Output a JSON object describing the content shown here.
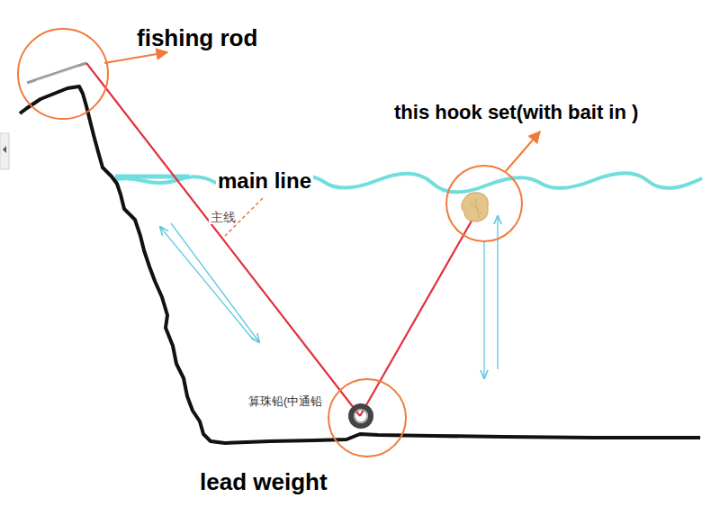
{
  "diagram": {
    "labels": [
      "fishing rod",
      "this hook set(with bait in )",
      "main line",
      "主线",
      "算珠铅(中通铅",
      "lead weight"
    ]
  }
}
